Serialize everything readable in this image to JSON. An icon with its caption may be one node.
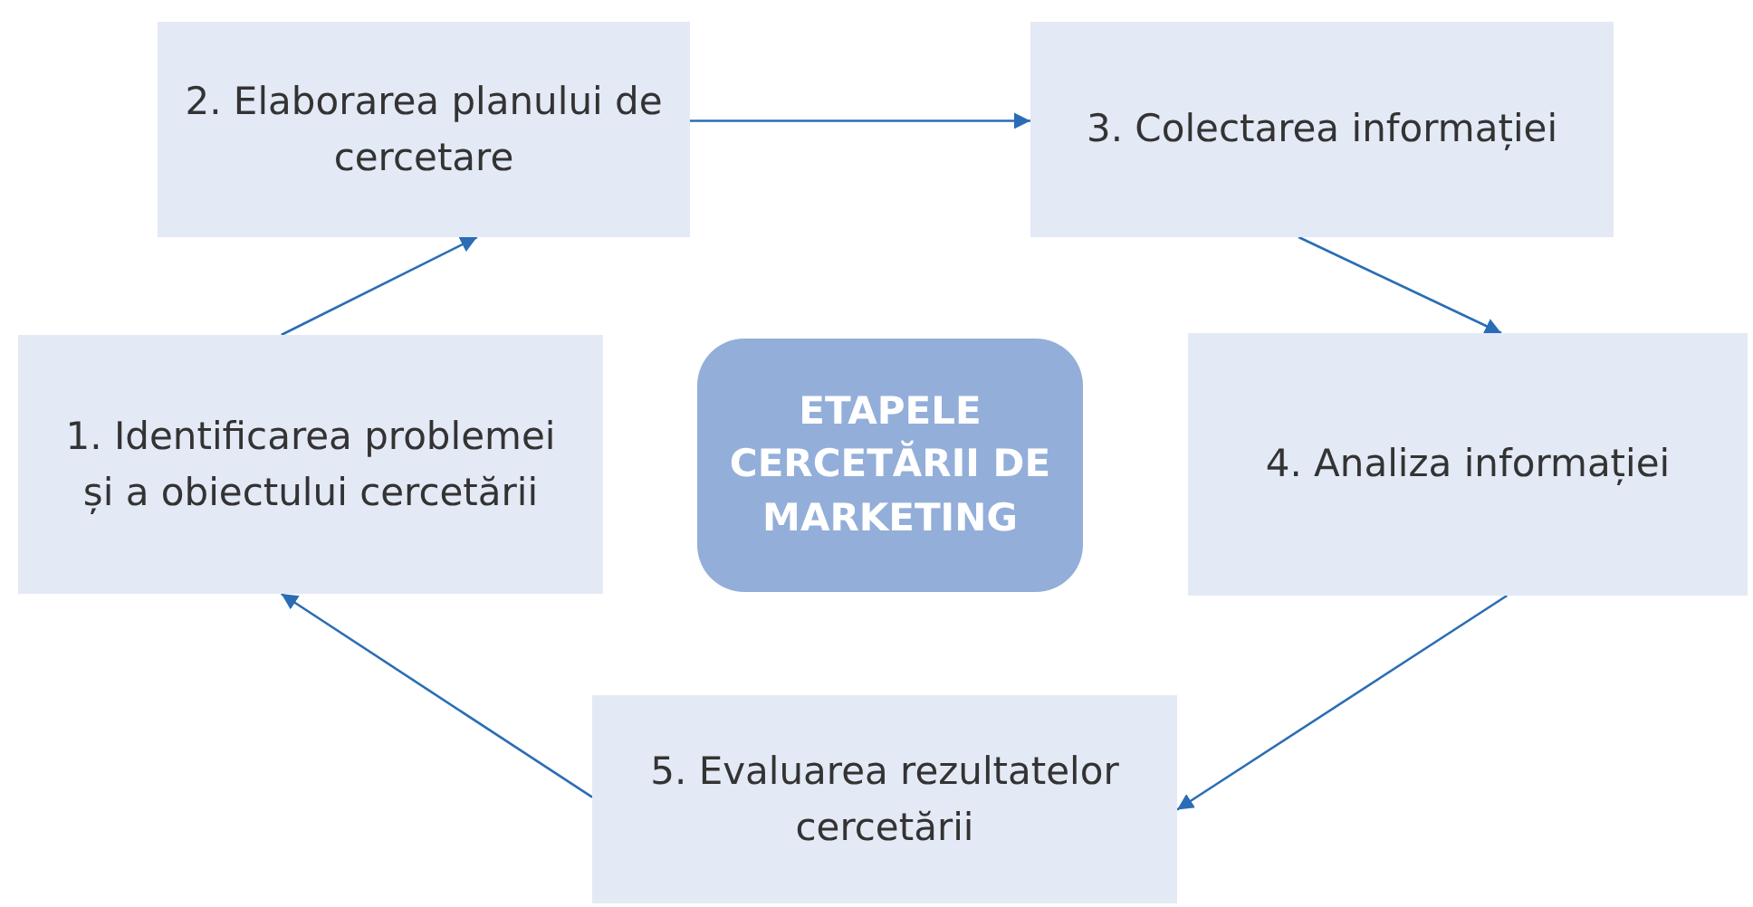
{
  "diagram": {
    "nodes": [
      {
        "text": [
          "1. Identificarea problemei și a obiectului cercetării"
        ]
      },
      {
        "text": [
          "2. Elaborarea planului de cercetare"
        ]
      },
      {
        "text": [
          "3. Colectarea informației"
        ]
      },
      {
        "text": [
          "4. Analiza informației"
        ]
      },
      {
        "text": [
          "5. Evaluarea rezultatelor cercetării"
        ]
      },
      {
        "text": [
          "ETAPELE CERCETĂRII DE MARKETING"
        ]
      }
    ],
    "edges": [
      {
        "from": 0,
        "to": 1,
        "arrow": "to"
      },
      {
        "from": 1,
        "to": 2,
        "arrow": "to"
      },
      {
        "from": 2,
        "to": 3,
        "arrow": "to"
      },
      {
        "from": 3,
        "to": 4,
        "arrow": "to"
      },
      {
        "from": 4,
        "to": 0,
        "arrow": "to"
      }
    ]
  }
}
